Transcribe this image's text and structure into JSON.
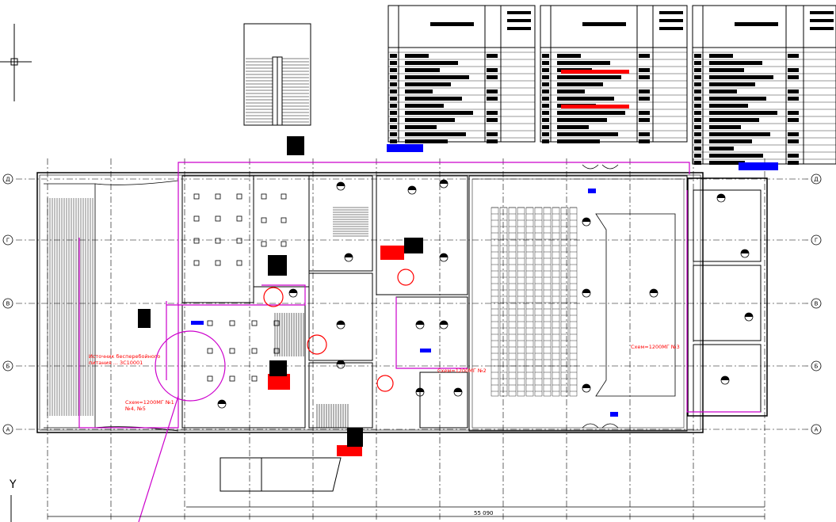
{
  "axes": {
    "horizontal": [
      "Д",
      "Г",
      "В",
      "Б",
      "А"
    ]
  },
  "annotations": {
    "dimension_total": "55 090",
    "left_note_line1": "Источник бесперебойного",
    "left_note_line2": "питания ... 3С10001",
    "left_callout": "Схем=1200МГ №1",
    "left_callout_sub": "№4, №5",
    "center_callout": "Схем=1200МГ №2",
    "right_callout": "Схем=1200МГ №3"
  },
  "ucs": {
    "y_label": "Y"
  },
  "colors": {
    "line": "#000000",
    "magenta": "#cc00cc",
    "red": "#ff0000",
    "blue": "#0000ff"
  }
}
